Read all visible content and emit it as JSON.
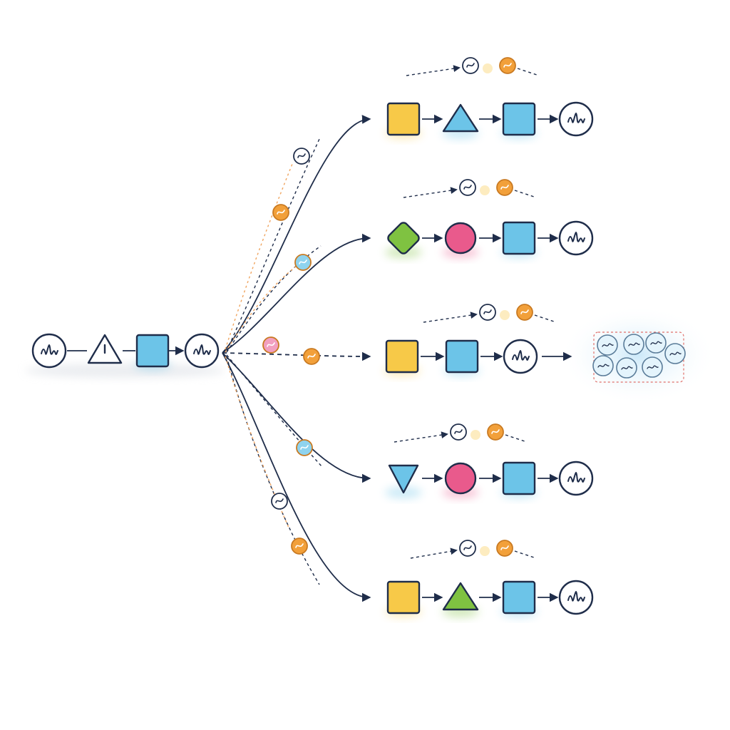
{
  "colors": {
    "outline": "#1f2d4a",
    "yellow": "#f7c948",
    "blue": "#6cc4e8",
    "green": "#7fc241",
    "pink": "#e95a8c",
    "orange": "#f2a03a",
    "cluster_border": "#e0706a"
  },
  "source": {
    "nodes": [
      "wave-circle-icon",
      "warning-triangle-icon",
      "blue-square",
      "wave-circle-icon"
    ]
  },
  "branches": [
    {
      "nodes": [
        "yellow-square",
        "blue-triangle",
        "blue-square",
        "wave-circle-icon"
      ]
    },
    {
      "nodes": [
        "green-diamond",
        "pink-circle",
        "blue-square",
        "wave-circle-icon"
      ]
    },
    {
      "nodes": [
        "yellow-square",
        "blue-square",
        "wave-circle-icon"
      ],
      "output": "bubble-cluster"
    },
    {
      "nodes": [
        "blue-down-triangle",
        "pink-circle",
        "blue-square",
        "wave-circle-icon"
      ]
    },
    {
      "nodes": [
        "yellow-square",
        "green-triangle",
        "blue-square",
        "wave-circle-icon"
      ]
    }
  ]
}
